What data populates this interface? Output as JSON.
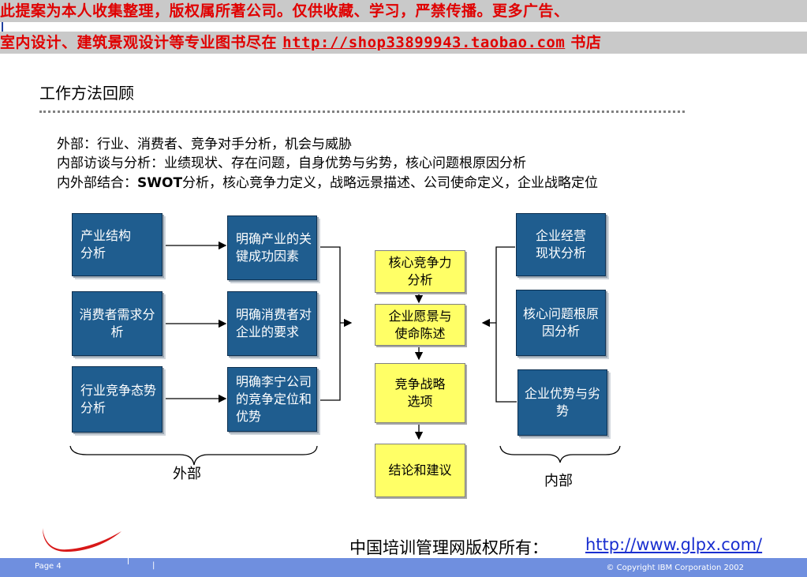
{
  "banner": {
    "line1": "此提案为本人收集整理，版权属所著公司。仅供收藏、学习，严禁传播。更多广告、",
    "line2_prefix": "室内设计、建筑景观设计等专业图书尽在 ",
    "line2_url": "http://shop33899943.taobao.com",
    "line2_suffix": " 书店"
  },
  "title": "工作方法回顾",
  "intro": {
    "line1": "外部：行业、消费者、竞争对手分析，机会与威胁",
    "line2": "内部访谈与分析：业绩现状、存在问题，自身优势与劣势，核心问题根原因分析",
    "line3_prefix": "内外部结合：",
    "line3_bold": "SWOT",
    "line3_suffix": "分析，核心竞争力定义，战略远景描述、公司使命定义，企业战略定位"
  },
  "diagram": {
    "external_inputs": [
      "产业结构分析",
      "消费者需求分析",
      "行业竞争态势分析"
    ],
    "external_findings": [
      "明确产业的关键成功因素",
      "明确消费者对企业的要求",
      "明确李宁公司的竞争定位和优势"
    ],
    "internal": [
      "企业经营现状分析",
      "核心问题根原因分析",
      "企业优势与劣势"
    ],
    "center": [
      "核心竞争力分析",
      "企业愿景与使命陈述",
      "竞争战略选项",
      "结论和建议"
    ],
    "brace_labels": {
      "external": "外部",
      "internal": "内部"
    }
  },
  "footer": {
    "copyright_cn": "中国培训管理网版权所有：",
    "copyright_url": "http://www.glpx.com/",
    "page": "Page 4",
    "bar": "|",
    "ibm": "© Copyright IBM Corporation 2002"
  },
  "colors": {
    "box_blue": "#1f5d8f",
    "box_yellow": "#ffff66",
    "banner_red": "#e00000",
    "footer_blue": "#6f8fdf"
  }
}
